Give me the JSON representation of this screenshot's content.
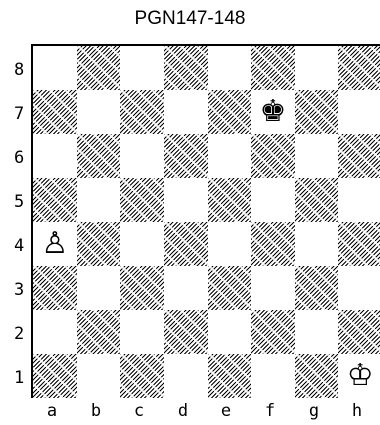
{
  "title": "PGN147-148",
  "ranks": [
    "8",
    "7",
    "6",
    "5",
    "4",
    "3",
    "2",
    "1"
  ],
  "files": [
    "a",
    "b",
    "c",
    "d",
    "e",
    "f",
    "g",
    "h"
  ],
  "pieces": [
    {
      "square": "f7",
      "piece": "black-king",
      "glyph": "♚"
    },
    {
      "square": "a4",
      "piece": "white-pawn",
      "glyph": "♙"
    },
    {
      "square": "h1",
      "piece": "white-king",
      "glyph": "♔"
    }
  ]
}
